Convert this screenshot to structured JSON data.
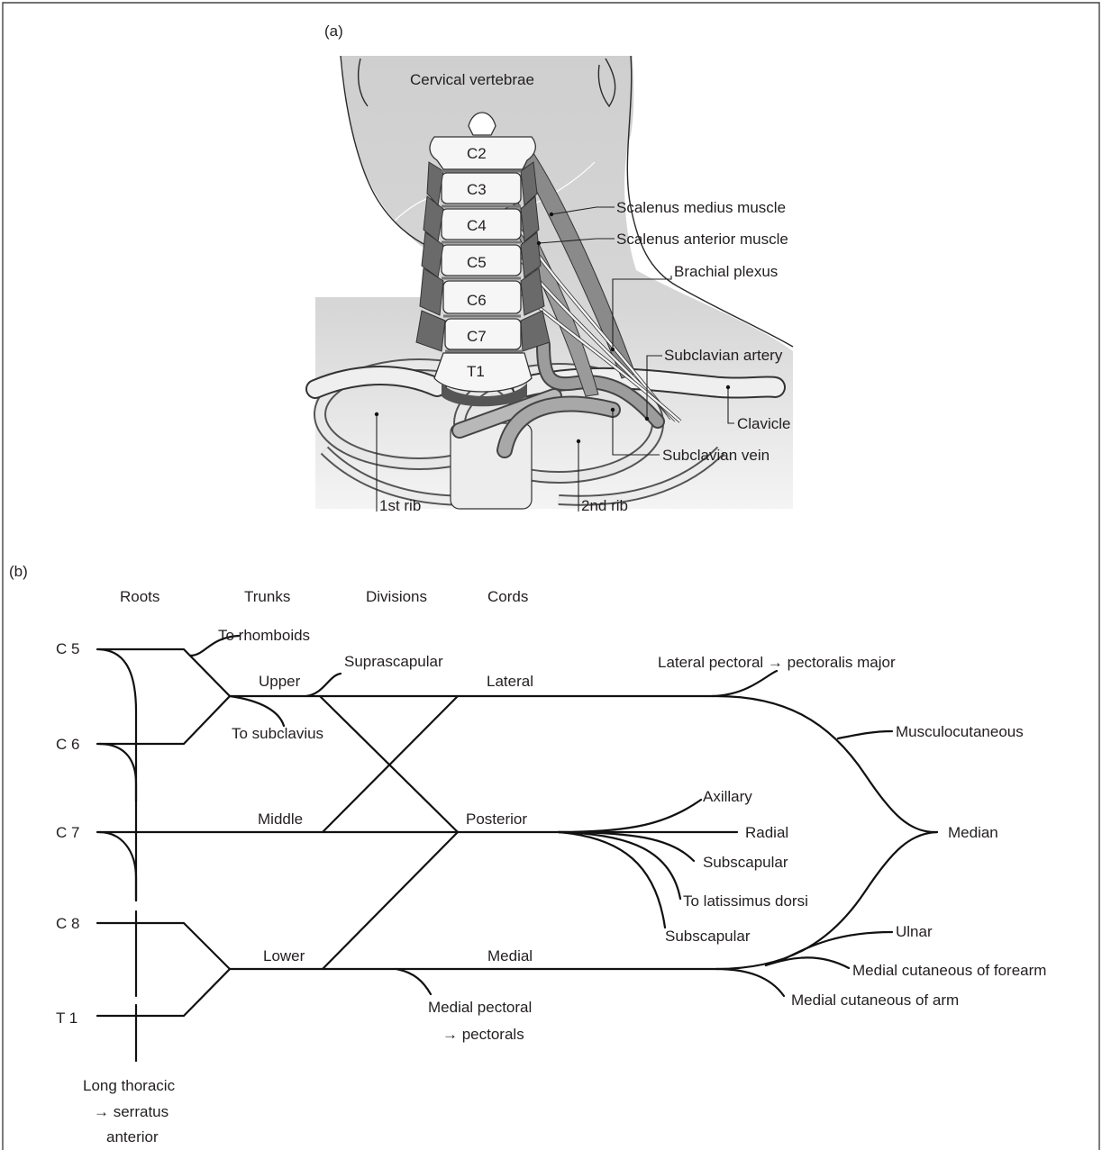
{
  "panel_a": {
    "label": "(a)",
    "title": "Cervical vertebrae",
    "vertebrae": [
      "C2",
      "C3",
      "C4",
      "C5",
      "C6",
      "C7",
      "T1"
    ],
    "labels": {
      "scalenus_medius": "Scalenus medius muscle",
      "scalenus_anterior": "Scalenus anterior muscle",
      "brachial_plexus": "Brachial plexus",
      "subclavian_artery": "Subclavian artery",
      "clavicle": "Clavicle",
      "subclavian_vein": "Subclavian vein",
      "first_rib": "1st rib",
      "second_rib": "2nd rib"
    }
  },
  "panel_b": {
    "label": "(b)",
    "headers": {
      "roots": "Roots",
      "trunks": "Trunks",
      "divisions": "Divisions",
      "cords": "Cords"
    },
    "roots": [
      "C 5",
      "C 6",
      "C 7",
      "C 8",
      "T 1"
    ],
    "trunks": {
      "upper": "Upper",
      "middle": "Middle",
      "lower": "Lower"
    },
    "cords": {
      "lateral": "Lateral",
      "posterior": "Posterior",
      "medial": "Medial"
    },
    "branches": {
      "to_rhomboids": "To rhomboids",
      "suprascapular": "Suprascapular",
      "to_subclavius": "To subclavius",
      "lateral_pectoral": "Lateral pectoral → pectoralis major",
      "musculocutaneous": "Musculocutaneous",
      "axillary": "Axillary",
      "radial": "Radial",
      "subscapular_upper": "Subscapular",
      "to_latissimus": "To latissimus dorsi",
      "subscapular_lower": "Subscapular",
      "median": "Median",
      "ulnar": "Ulnar",
      "medial_cut_forearm": "Medial cutaneous of forearm",
      "medial_cut_arm": "Medial cutaneous of arm",
      "medial_pectoral_1": "Medial pectoral",
      "medial_pectoral_2": "→ pectorals",
      "long_thoracic_1": "Long thoracic",
      "long_thoracic_2": "→ serratus",
      "long_thoracic_3": "anterior"
    }
  }
}
